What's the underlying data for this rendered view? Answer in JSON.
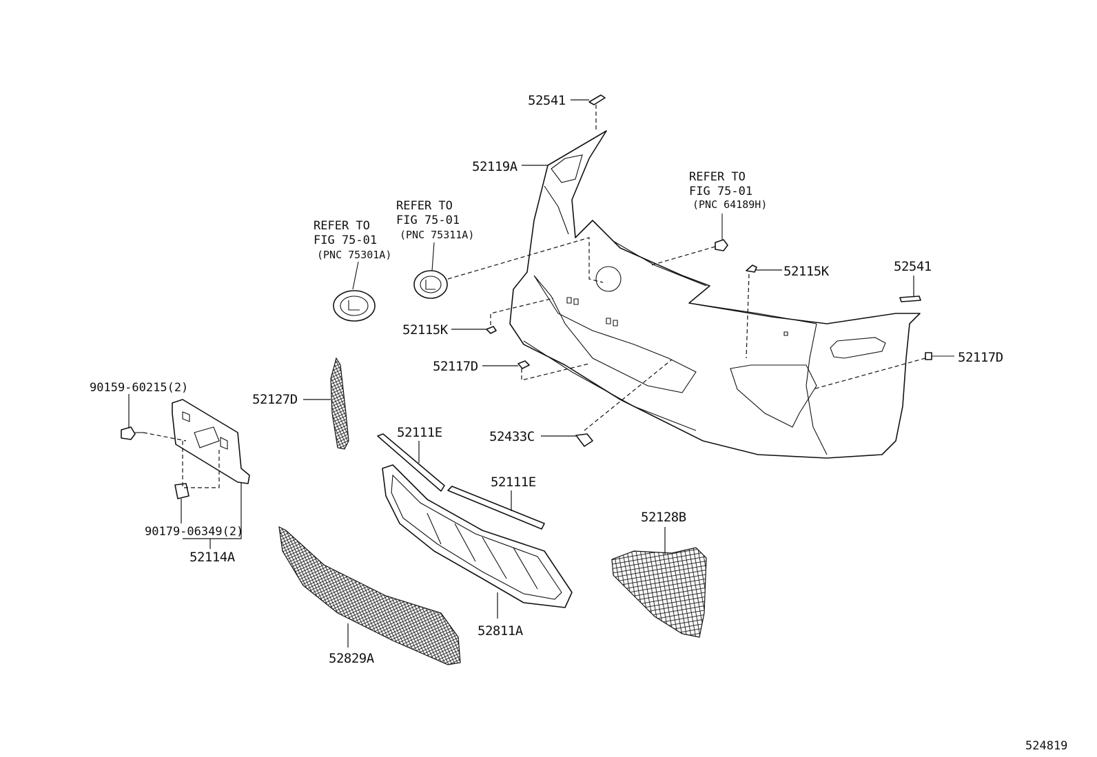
{
  "labels": {
    "p52541_top": "52541",
    "p52119A": "52119A",
    "refer_left": [
      "REFER TO",
      "FIG 75-01",
      "(PNC 75301A)"
    ],
    "refer_mid": [
      "REFER TO",
      "FIG 75-01",
      "(PNC 75311A)"
    ],
    "refer_right": [
      "REFER TO",
      "FIG 75-01",
      "(PNC 64189H)"
    ],
    "p52115K_right": "52115K",
    "p52541_right": "52541",
    "p52115K_left": "52115K",
    "p52117D_left": "52117D",
    "p52117D_right": "52117D",
    "p90159": "90159-60215(2)",
    "p52127D": "52127D",
    "p52111E_a": "52111E",
    "p52111E_b": "52111E",
    "p52433C": "52433C",
    "p90179": "90179-06349(2)",
    "p52114A": "52114A",
    "p52128B": "52128B",
    "p52811A": "52811A",
    "p52829A": "52829A",
    "figure_number": "524819"
  }
}
